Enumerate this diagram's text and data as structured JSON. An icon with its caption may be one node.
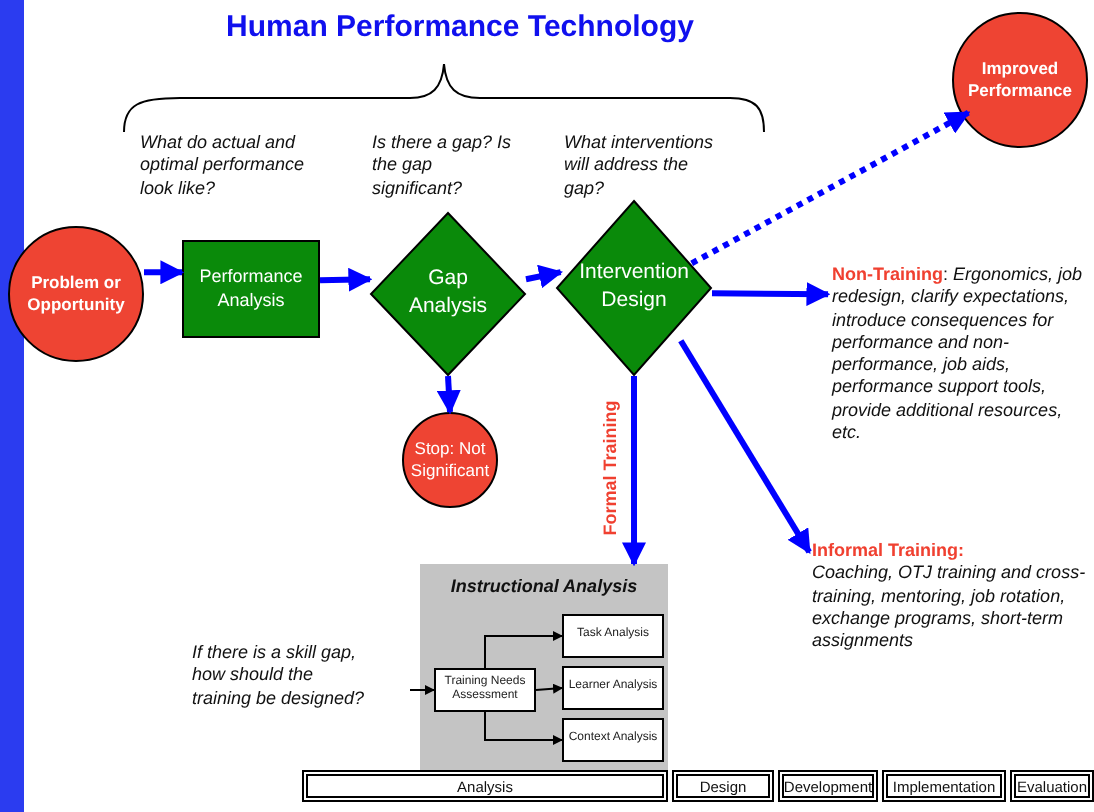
{
  "diagram": {
    "title": "Human Performance Technology",
    "nodes": [
      {
        "text": [
          "Problem or Opportunity"
        ]
      },
      {
        "text": [
          "Performance Analysis"
        ]
      },
      {
        "text": [
          "Gap Analysis"
        ]
      },
      {
        "text": [
          "Intervention Design"
        ]
      },
      {
        "text": [
          "Stop: Not Significant"
        ]
      },
      {
        "text": [
          "Improved Performance"
        ]
      },
      {
        "text": [
          "**Non-Training**: *Ergonomics, job redesign, clarify expectations, introduce consequences for performance and non-performance, job aids, performance support tools, provide additional resources, etc.*"
        ]
      },
      {
        "text": [
          "Informal Training:",
          "Coaching, OTJ training and cross-training, mentoring, job rotation, exchange programs, short-term assignments"
        ]
      },
      {
        "text": [
          "Instructional Analysis"
        ]
      },
      {
        "text": [
          "Training Needs Assessment"
        ],
        "in": 8
      },
      {
        "text": [
          "Task Analysis"
        ],
        "in": 8
      },
      {
        "text": [
          "Learner Analysis"
        ],
        "in": 8
      },
      {
        "text": [
          "Context Analysis"
        ],
        "in": 8
      },
      {
        "text": [
          "Analysis"
        ]
      },
      {
        "text": [
          "Design"
        ]
      },
      {
        "text": [
          "Development"
        ]
      },
      {
        "text": [
          "Implementation"
        ]
      },
      {
        "text": [
          "Evaluation"
        ]
      }
    ],
    "edges": [
      {
        "from": 0,
        "to": 1,
        "arrow": "to"
      },
      {
        "from": 1,
        "to": 2,
        "arrow": "to"
      },
      {
        "from": 2,
        "to": 3,
        "arrow": "to"
      },
      {
        "from": 2,
        "to": 4,
        "arrow": "to"
      },
      {
        "from": 3,
        "to": 5,
        "arrow": "to",
        "style": "dashed"
      },
      {
        "from": 3,
        "to": 6,
        "arrow": "to"
      },
      {
        "from": 3,
        "to": 7,
        "arrow": "to"
      },
      {
        "from": 3,
        "to": 8,
        "arrow": "to",
        "label": "Formal Training"
      },
      {
        "from": null,
        "to": 9,
        "arrow": "to",
        "color": "#000000"
      },
      {
        "from": 9,
        "to": 10,
        "arrow": "to",
        "color": "#000000"
      },
      {
        "from": 9,
        "to": 11,
        "arrow": "to",
        "color": "#000000"
      },
      {
        "from": 9,
        "to": 12,
        "arrow": "to",
        "color": "#000000"
      }
    ],
    "labels": [
      "What do actual and optimal performance look like?",
      "Is there a gap? Is the gap significant?",
      "What interventions will address the gap?",
      "If there is a skill gap, how should the training be designed?"
    ]
  }
}
